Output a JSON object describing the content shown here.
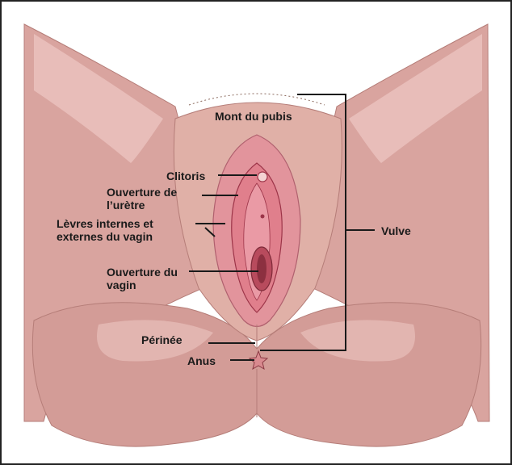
{
  "labels": {
    "mont_du_pubis": "Mont du pubis",
    "clitoris": "Clitoris",
    "ouverture_urethre_1": "Ouverture de",
    "ouverture_urethre_2": "l’urètre",
    "levres_1": "Lèvres internes et",
    "levres_2": "externes du vagin",
    "ouverture_vagin_1": "Ouverture du",
    "ouverture_vagin_2": "vagin",
    "perinee": "Périnée",
    "anus": "Anus",
    "vulve": "Vulve"
  },
  "colors": {
    "skin": "#d9a49f",
    "skin_light": "#ecc6c1",
    "skin_dark": "#c68a86",
    "inner": "#e07f8c",
    "inner_dark": "#9c3448",
    "line": "#1a1a1a"
  }
}
